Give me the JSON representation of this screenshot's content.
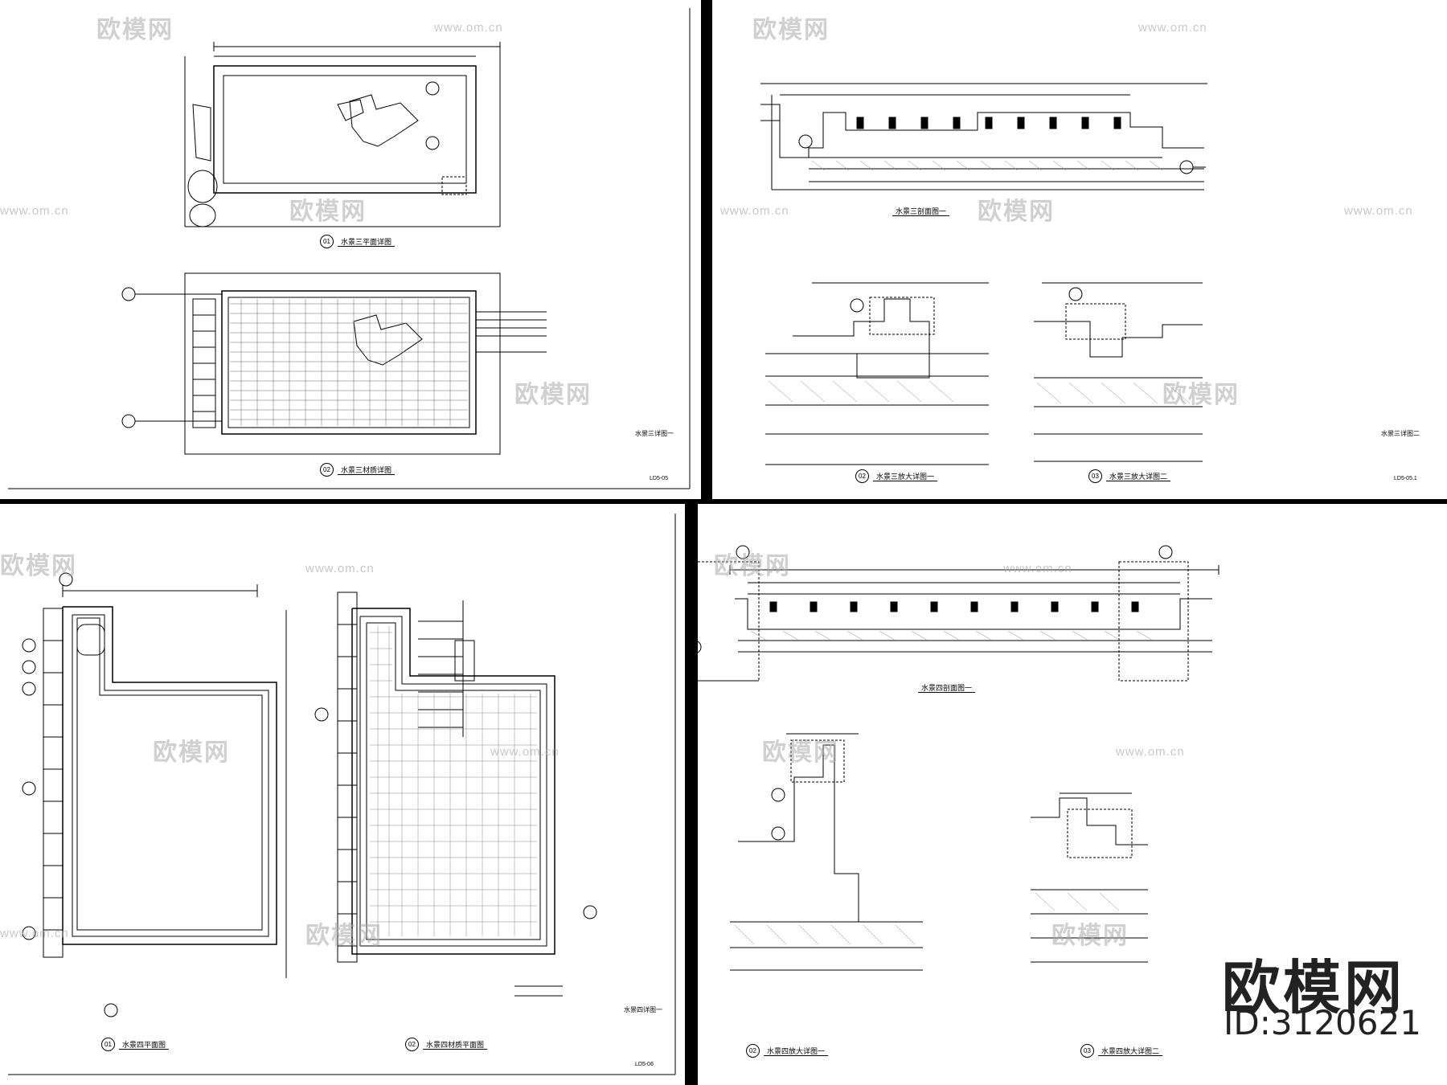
{
  "sheets": {
    "a": {
      "drawing_1_num": "01",
      "drawing_1_title": "水景三平面详图",
      "drawing_2_num": "02",
      "drawing_2_title": "水景三材质详图",
      "sheet_title": "水景三详图一",
      "sheet_code": "LD5-05"
    },
    "b": {
      "drawing_1_title": "水景三剖面图一",
      "drawing_2_num": "02",
      "drawing_2_title": "水景三放大详图一",
      "drawing_3_num": "03",
      "drawing_3_title": "水景三放大详图二",
      "sheet_title": "水景三详图二",
      "sheet_code": "LD5-05.1"
    },
    "c": {
      "drawing_1_num": "01",
      "drawing_1_title": "水景四平面图",
      "drawing_2_num": "02",
      "drawing_2_title": "水景四材质平面图",
      "sheet_title": "水景四详图一",
      "sheet_code": "LD5-06"
    },
    "d": {
      "drawing_1_title": "水景四剖面图一",
      "drawing_2_num": "02",
      "drawing_2_title": "水景四放大详图一",
      "drawing_3_num": "03",
      "drawing_3_title": "水景四放大详图二"
    }
  },
  "watermark": {
    "brand": "欧模网",
    "url": "www.om.cn"
  },
  "stamp": {
    "logo": "欧模网",
    "id": "ID:3120621"
  }
}
